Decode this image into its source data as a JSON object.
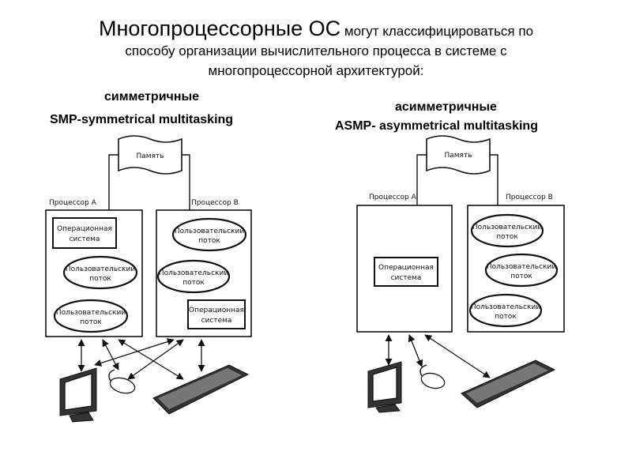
{
  "title": {
    "big": "Многопроцессорные ОС",
    "rest_line1": " могут классифицироваться по",
    "line2": "способу организации вычислительного процесса в системе с",
    "line3": "многопроцессорной архитектурой:"
  },
  "smp": {
    "heading": "симметричные",
    "subheading": "SMP-symmetrical multitasking",
    "memory": "Память",
    "proc_a": "Процессор А",
    "proc_b": "Процессор В",
    "os_line1": "Операционная",
    "os_line2": "система",
    "thread_line1": "Пользовательский",
    "thread_line2": "поток"
  },
  "asmp": {
    "heading": "асимметричные",
    "subheading": "ASMP- asymmetrical multitasking",
    "memory": "Память",
    "proc_a": "Процессор А",
    "proc_b": "Процессор В",
    "os_line1": "Операционная",
    "os_line2": "система",
    "thread_line1": "Пользовательский",
    "thread_line2": "поток"
  },
  "icons": {
    "monitor": "monitor-icon",
    "mouse": "mouse-icon",
    "keyboard": "keyboard-icon"
  }
}
